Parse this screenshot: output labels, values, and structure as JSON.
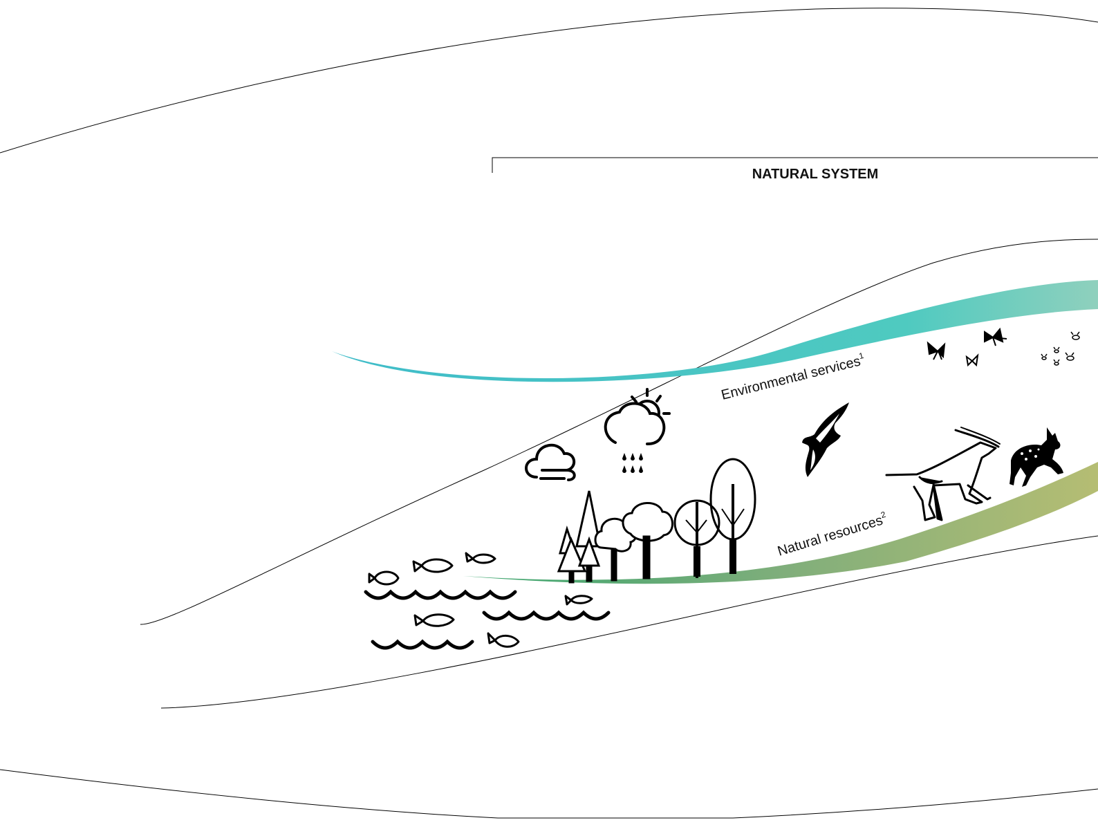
{
  "section": {
    "title": "NATURAL SYSTEM"
  },
  "flows": {
    "environmental_services": {
      "label": "Environmental services",
      "footnote": "1",
      "color_start": "#3fbcc9",
      "color_end": "#8fd0bd"
    },
    "natural_resources": {
      "label": "Natural resources",
      "footnote": "2",
      "color_start": "#39a56e",
      "color_end": "#b5bd73"
    }
  },
  "icons": [
    "cloud-wind-icon",
    "sun-rain-cloud-icon",
    "tree-icon",
    "fish-icon",
    "water-waves-icon",
    "bird-icon",
    "antelope-icon",
    "deer-icon",
    "butterfly-icon",
    "bee-icon"
  ],
  "colors": {
    "outline": "#000000",
    "background": "#ffffff"
  }
}
